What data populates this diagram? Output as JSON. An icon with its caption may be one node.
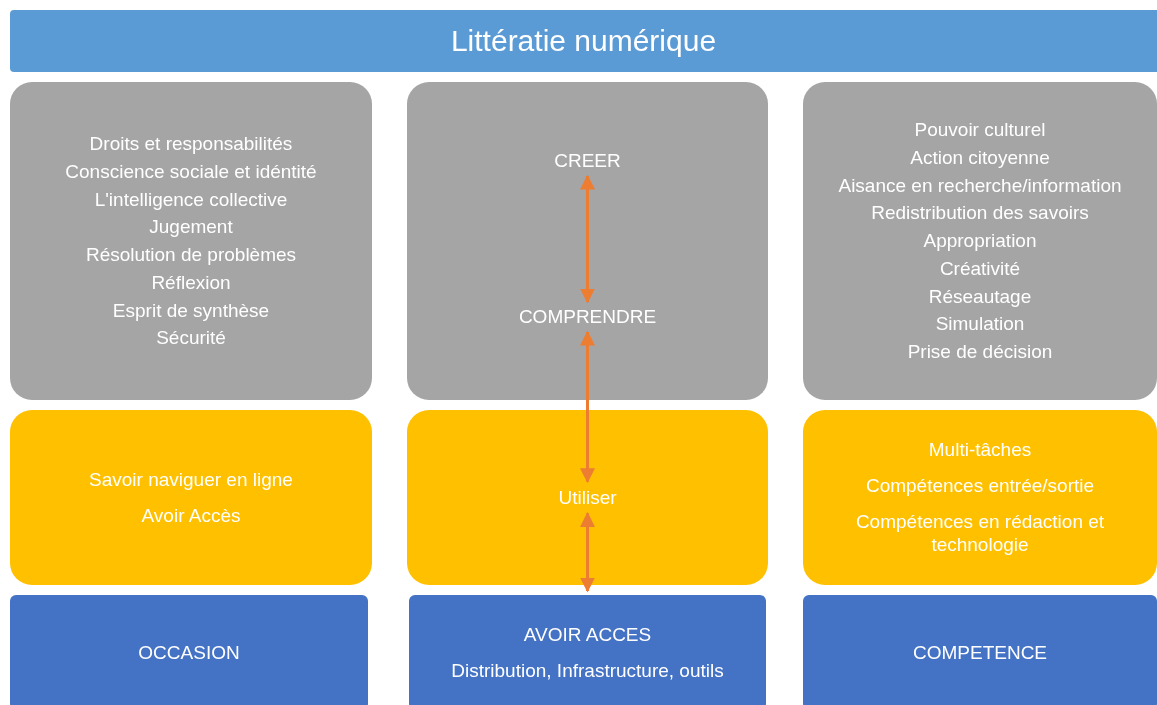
{
  "diagram": {
    "title": "Littératie numérique",
    "nodes": [
      {
        "text": [
          "Droits et responsabilités",
          "Conscience sociale et idéntité",
          "L'intelligence collective",
          "Jugement",
          "Résolution de problèmes",
          "Réflexion",
          "Esprit de synthèse",
          "Sécurité"
        ]
      },
      {
        "text": [],
        "shape": "box"
      },
      {
        "text": [
          "CREER"
        ],
        "in": 1
      },
      {
        "text": [
          "COMPRENDRE"
        ],
        "in": 1
      },
      {
        "text": [
          "Pouvoir culturel",
          "Action citoyenne",
          "Aisance en recherche/information",
          "Redistribution des savoirs",
          "Appropriation",
          "Créativité",
          "Réseautage",
          "Simulation",
          "Prise de décision"
        ]
      },
      {
        "text": [
          "Savoir naviguer en ligne",
          "Avoir Accès"
        ]
      },
      {
        "text": [
          "Utiliser"
        ]
      },
      {
        "text": [
          "Multi-tâches",
          "Compétences entrée/sortie",
          "Compétences en rédaction et technologie"
        ]
      },
      {
        "text": [
          "OCCASION"
        ]
      },
      {
        "text": [
          "AVOIR ACCES",
          "Distribution, Infrastructure, outils"
        ]
      },
      {
        "text": [
          "COMPETENCE"
        ]
      }
    ],
    "edges": [
      {
        "from": 2,
        "to": 3,
        "arrow": "both",
        "color": "#ed7d31"
      },
      {
        "from": 3,
        "to": 6,
        "arrow": "both",
        "color": "#ed7d31"
      },
      {
        "from": 6,
        "to": 9,
        "arrow": "both",
        "color": "#ed7d31"
      }
    ]
  }
}
